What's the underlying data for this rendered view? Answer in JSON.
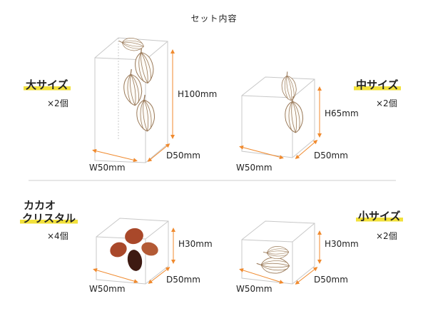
{
  "title": "セット内容",
  "sizes": [
    {
      "label": "大サイズ",
      "qty": "×2個",
      "height": "H100mm",
      "width": "W50mm",
      "depth": "D50mm"
    },
    {
      "label": "中サイズ",
      "qty": "×2個",
      "height": "H65mm",
      "width": "W50mm",
      "depth": "D50mm"
    },
    {
      "label_line1": "カカオ",
      "label_line2": "クリスタル",
      "qty": "×4個",
      "height": "H30mm",
      "width": "W50mm",
      "depth": "D50mm"
    },
    {
      "label": "小サイズ",
      "qty": "×2個",
      "height": "H30mm",
      "width": "W50mm",
      "depth": "D50mm"
    }
  ],
  "colors": {
    "highlight": "#f2e13a",
    "dimension_line": "#f08a2e",
    "box_edge": "#c8c8c8",
    "pod_line": "#9a7a5a",
    "crystal_red": "#a9482a",
    "crystal_dark": "#3e1a12"
  },
  "icons": [
    "cacao-pod-icon",
    "cacao-crystal-icon"
  ]
}
